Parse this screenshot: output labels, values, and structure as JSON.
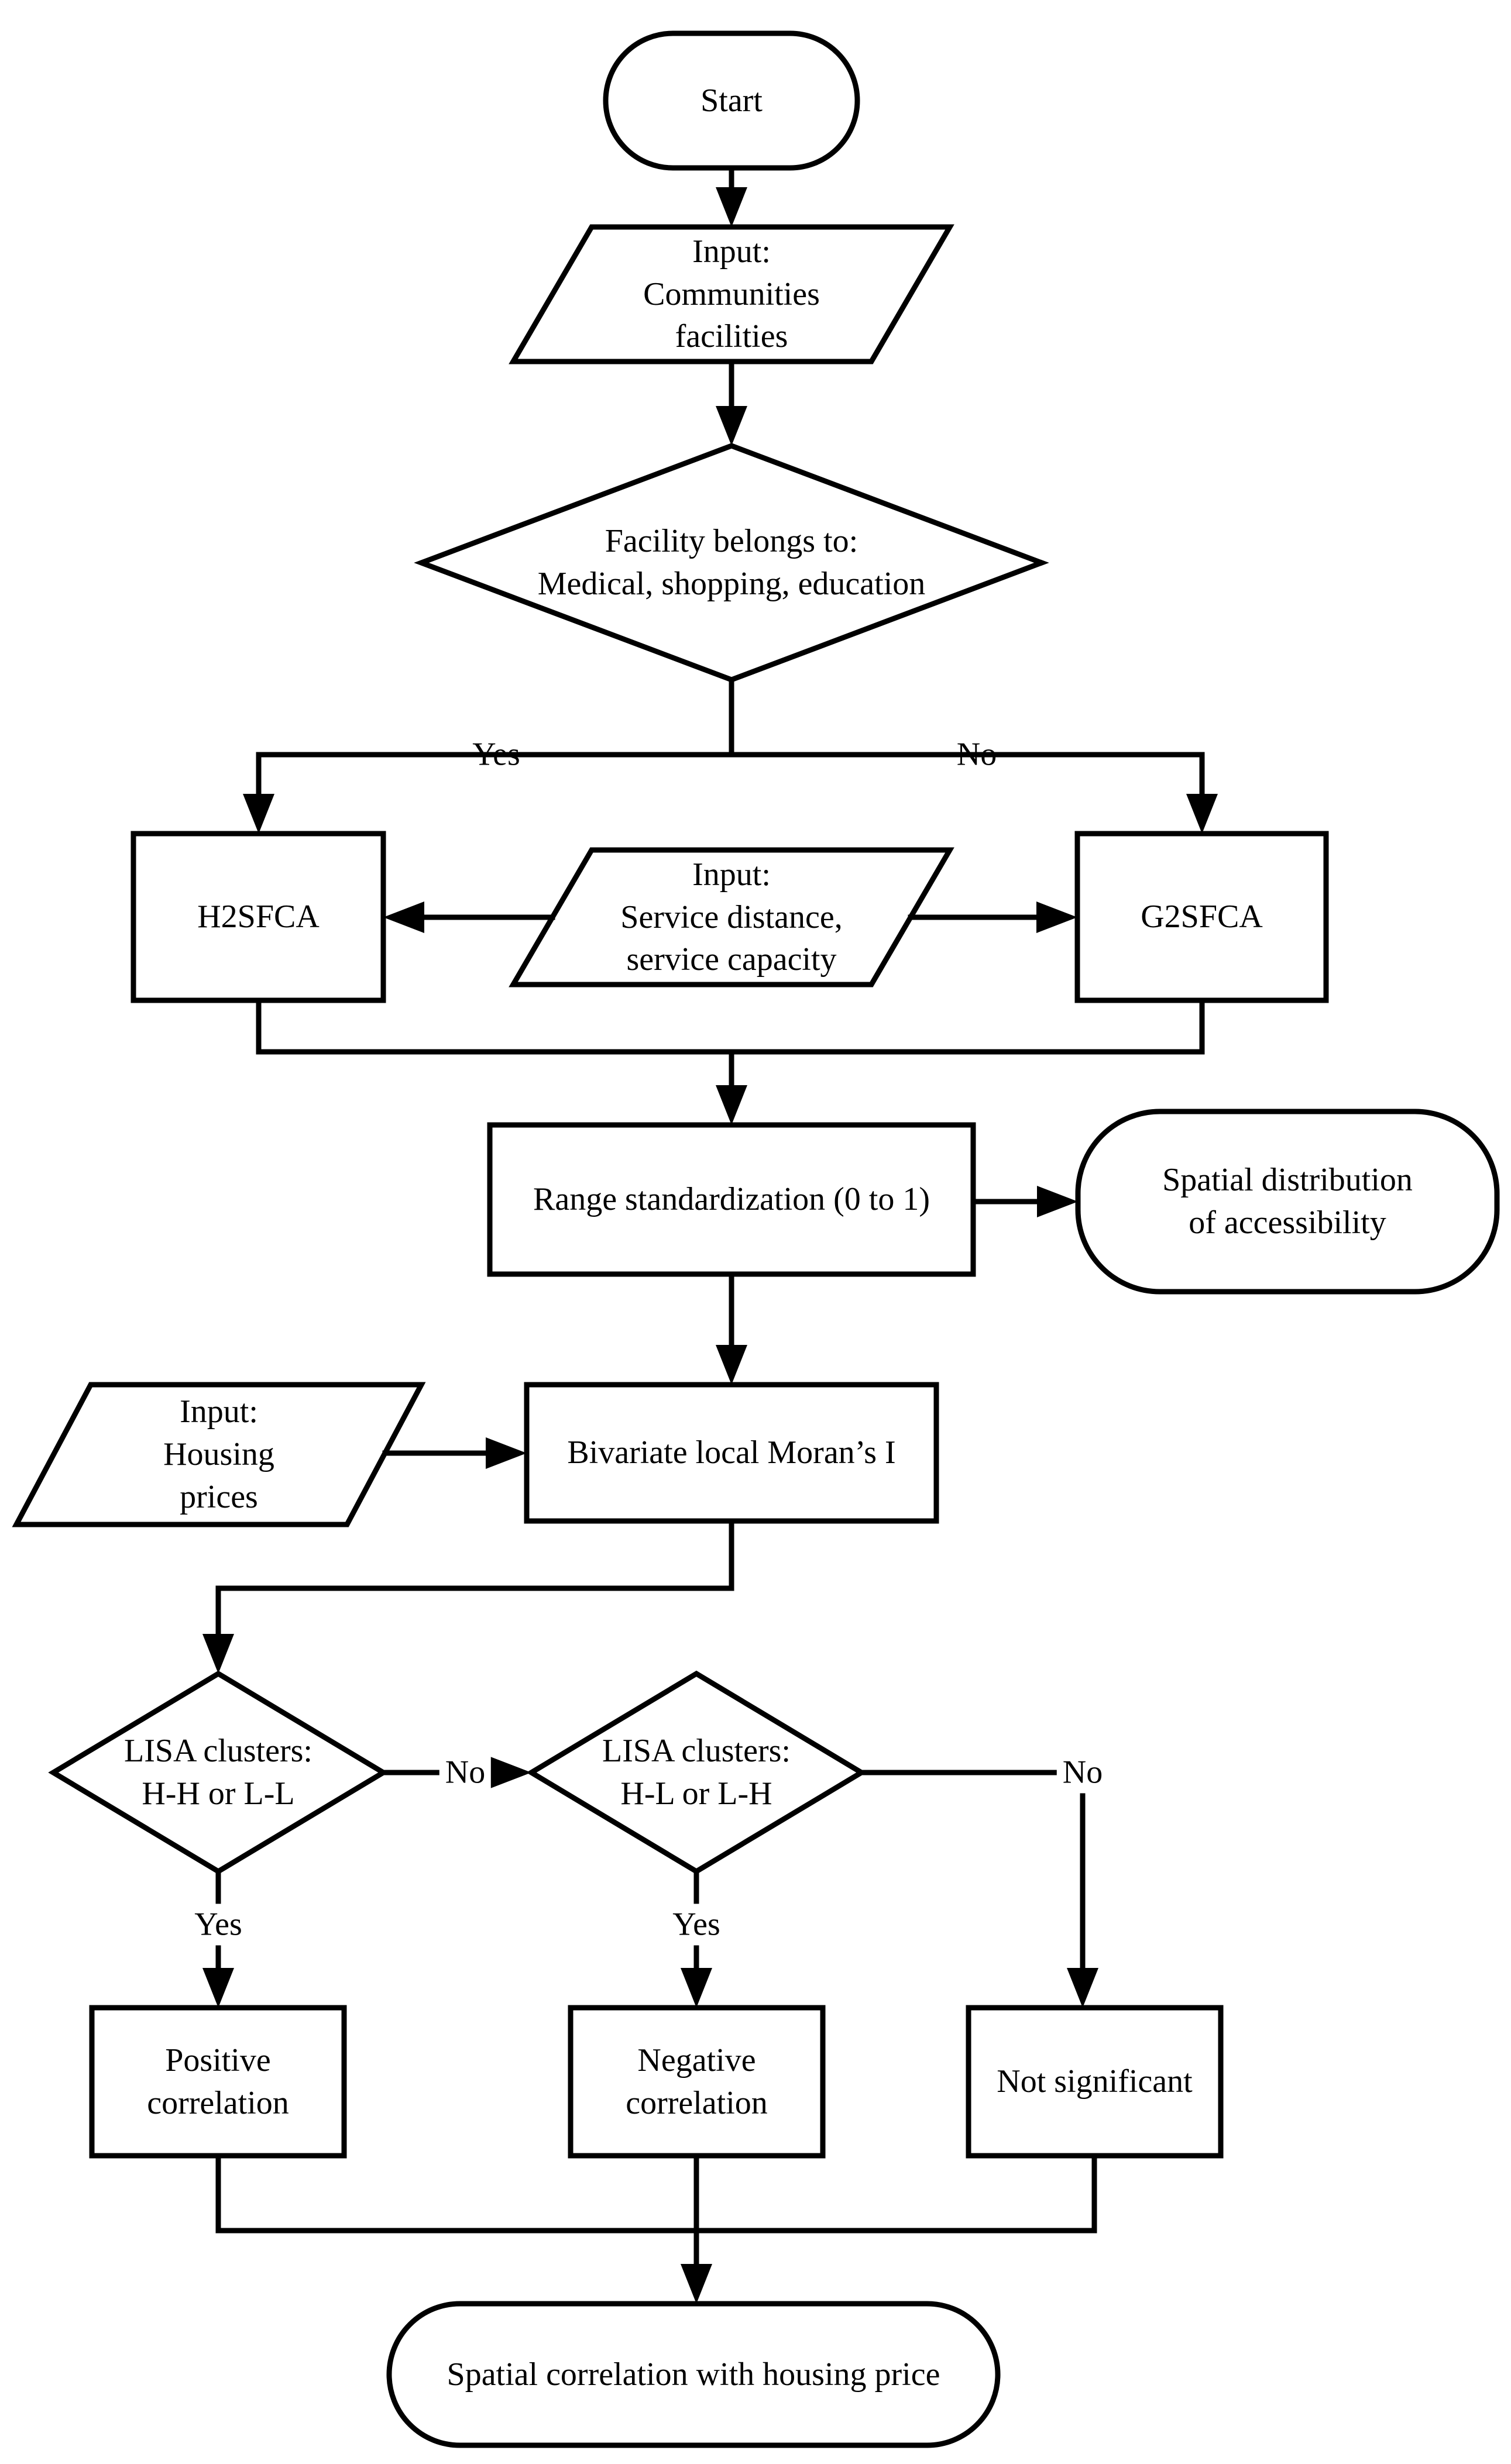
{
  "figure": {
    "background_color": "#ffffff",
    "line_color": "#000000",
    "type": "flowchart"
  },
  "nodes": {
    "start": {
      "type": "terminator",
      "label": "Start"
    },
    "input_communities": {
      "type": "data",
      "label": "Input:\nCommunities\nfacilities"
    },
    "facility_decision": {
      "type": "decision",
      "label": "Facility belongs to:\nMedical, shopping, education"
    },
    "h2sfca": {
      "type": "process",
      "label": "H2SFCA"
    },
    "input_service": {
      "type": "data",
      "label": "Input:\nService distance,\nservice capacity"
    },
    "g2sfca": {
      "type": "process",
      "label": "G2SFCA"
    },
    "range_standardization": {
      "type": "process",
      "label": "Range standardization (0 to 1)"
    },
    "spatial_distribution": {
      "type": "terminator",
      "label": "Spatial distribution\nof accessibility"
    },
    "input_housing": {
      "type": "data",
      "label": "Input:\nHousing\nprices"
    },
    "bivariate_moran": {
      "type": "process",
      "label": "Bivariate local Moran’s I"
    },
    "lisa_hh_ll": {
      "type": "decision",
      "label": "LISA clusters:\nH-H or L-L"
    },
    "lisa_hl_lh": {
      "type": "decision",
      "label": "LISA clusters:\nH-L or L-H"
    },
    "positive_correlation": {
      "type": "process",
      "label": "Positive\ncorrelation"
    },
    "negative_correlation": {
      "type": "process",
      "label": "Negative\ncorrelation"
    },
    "not_significant": {
      "type": "process",
      "label": "Not significant"
    },
    "final": {
      "type": "terminator",
      "label": "Spatial correlation with housing price"
    }
  },
  "edge_labels": {
    "facility_yes": "Yes",
    "facility_no": "No",
    "lisa_mid_no": "No",
    "lisa_right_no": "No",
    "lisa1_yes": "Yes",
    "lisa2_yes": "Yes"
  }
}
